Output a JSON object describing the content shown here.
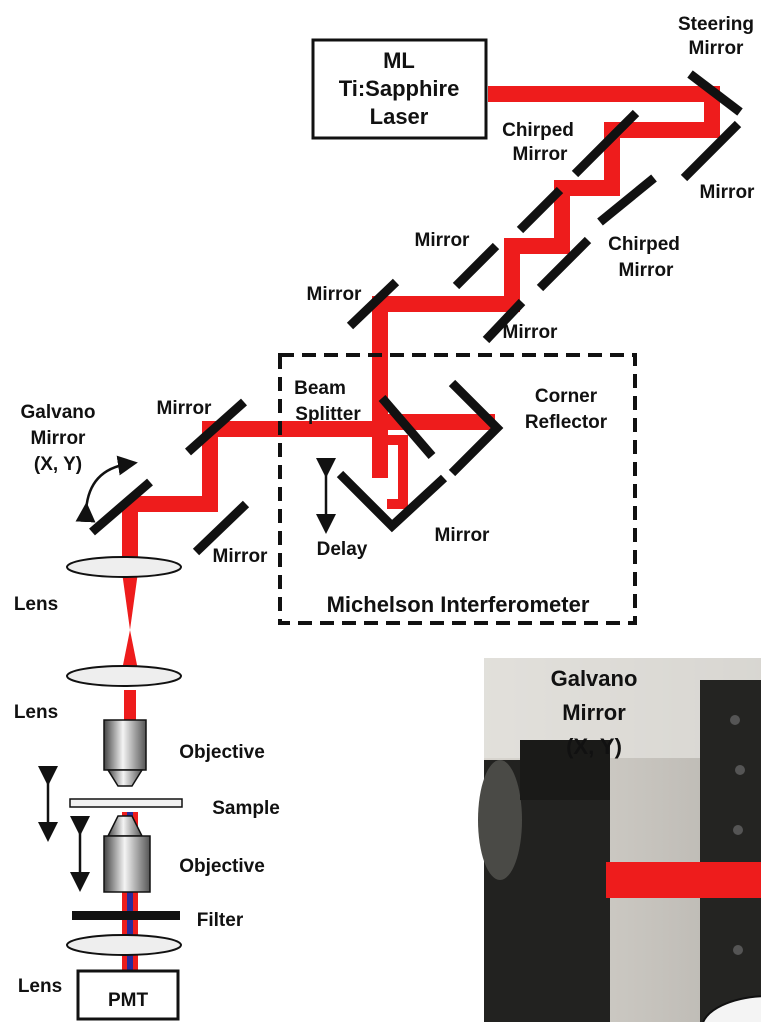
{
  "diagram": {
    "laser": {
      "line1": "ML",
      "line2": "Ti:Sapphire",
      "line3": "Laser"
    },
    "steering": {
      "line1": "Steering",
      "line2": "Mirror"
    },
    "chirped_top": {
      "line1": "Chirped",
      "line2": "Mirror"
    },
    "chirped_bottom": {
      "line1": "Chirped",
      "line2": "Mirror"
    },
    "mirror_right": "Mirror",
    "mirror_upper_left": "Mirror",
    "mirror_left": "Mirror",
    "mirror_lower": "Mirror",
    "beam_splitter": {
      "line1": "Beam",
      "line2": "Splitter"
    },
    "corner_reflector": {
      "line1": "Corner",
      "line2": "Reflector"
    },
    "mirror_interferometer": "Mirror",
    "delay": "Delay",
    "interferometer": "Michelson Interferometer",
    "mirror_galvano_side": "Mirror",
    "mirror_galvano_lower": "Mirror",
    "galvano": {
      "line1": "Galvano",
      "line2": "Mirror",
      "line3": "(X, Y)"
    },
    "lens_1": "Lens",
    "lens_2": "Lens",
    "objective_1": "Objective",
    "sample": "Sample",
    "objective_2": "Objective",
    "filter": "Filter",
    "lens_3": "Lens",
    "pmt": "PMT",
    "photo": {
      "line1": "Galvano",
      "line2": "Mirror",
      "line3": "(X, Y)"
    },
    "colors": {
      "beam": "#ee1c1c",
      "fluorescence": "#2a2a9a",
      "mirror": "#111111",
      "lens_fill": "#eeeeee"
    }
  }
}
